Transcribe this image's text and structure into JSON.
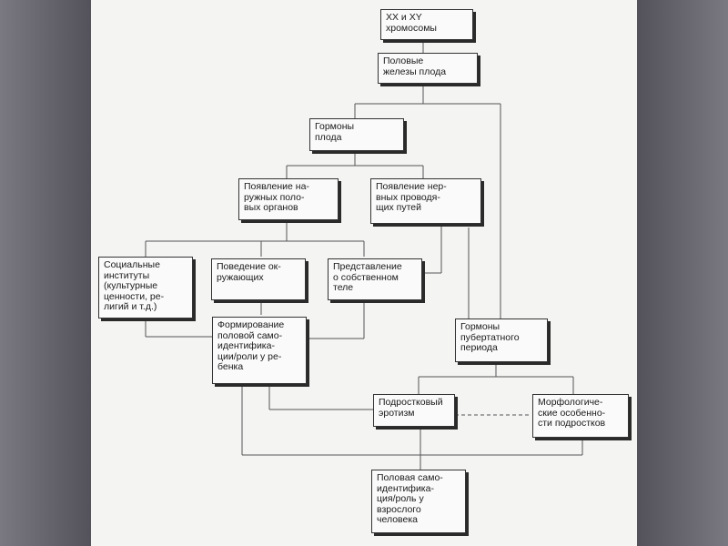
{
  "diagram": {
    "nodes": {
      "xx_xy": "XX и XY\nхромосомы",
      "gonads": "Половые\nжелезы плода",
      "fetal_hormones": "Гормоны\nплода",
      "external_organs": "Появление на-\nружных поло-\nвых органов",
      "nerve_pathways": "Появление нер-\nвных проводя-\nщих путей",
      "social_institutes": "Социальные\nинституты\n(культурные\nценности, ре-\nлигий и т.д.)",
      "others_behavior": "Поведение ок-\nружающих",
      "self_body": "Представление\nо собственном\nтеле",
      "child_identity": "Формирование\nполовой само-\nидентифика-\nции/роли у ре-\nбенка",
      "puberty_hormones": "Гормоны\nпубертатного\nпериода",
      "teen_eroticism": "Подростковый\nэротизм",
      "teen_morphology": "Морфологиче-\nские особенно-\nсти подростков",
      "adult_identity": "Половая само-\nидентифика-\nция/роль у\nвзрослого\nчеловека"
    }
  }
}
